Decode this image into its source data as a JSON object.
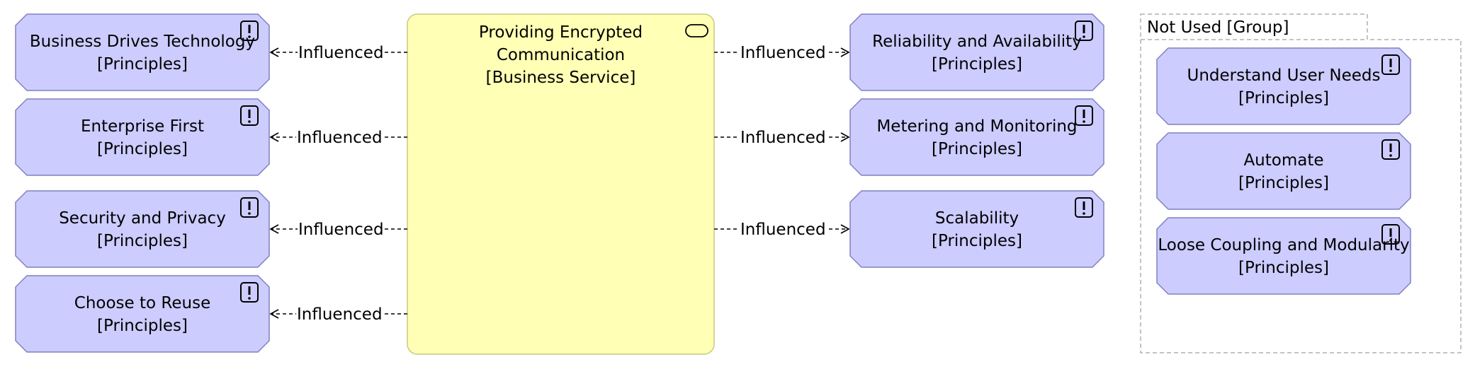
{
  "service": {
    "name_line1": "Providing Encrypted",
    "name_line2": "Communication",
    "type": "[Business Service]"
  },
  "principles": [
    {
      "name": "Business Drives Technology",
      "type": "[Principles]"
    },
    {
      "name": "Enterprise First",
      "type": "[Principles]"
    },
    {
      "name": "Security and Privacy",
      "type": "[Principles]"
    },
    {
      "name": "Choose to Reuse",
      "type": "[Principles]"
    },
    {
      "name": "Reliability and Availability",
      "type": "[Principles]"
    },
    {
      "name": "Metering and Monitoring",
      "type": "[Principles]"
    },
    {
      "name": "Scalability",
      "type": "[Principles]"
    }
  ],
  "relations": [
    {
      "label": "Influenced"
    },
    {
      "label": "Influenced"
    },
    {
      "label": "Influenced"
    },
    {
      "label": "Influenced"
    },
    {
      "label": "Influenced"
    },
    {
      "label": "Influenced"
    },
    {
      "label": "Influenced"
    }
  ],
  "group": {
    "title": "Not Used [Group]",
    "items": [
      {
        "name": "Understand User Needs",
        "type": "[Principles]"
      },
      {
        "name": "Automate",
        "type": "[Principles]"
      },
      {
        "name": "Loose Coupling and Modularity",
        "type": "[Principles]"
      }
    ]
  },
  "colors": {
    "principle_fill": "#ccccff",
    "principle_stroke": "#8080c0",
    "service_fill": "#ffffb5",
    "service_stroke": "#c8c880",
    "group_stroke": "#b0b0b0"
  }
}
